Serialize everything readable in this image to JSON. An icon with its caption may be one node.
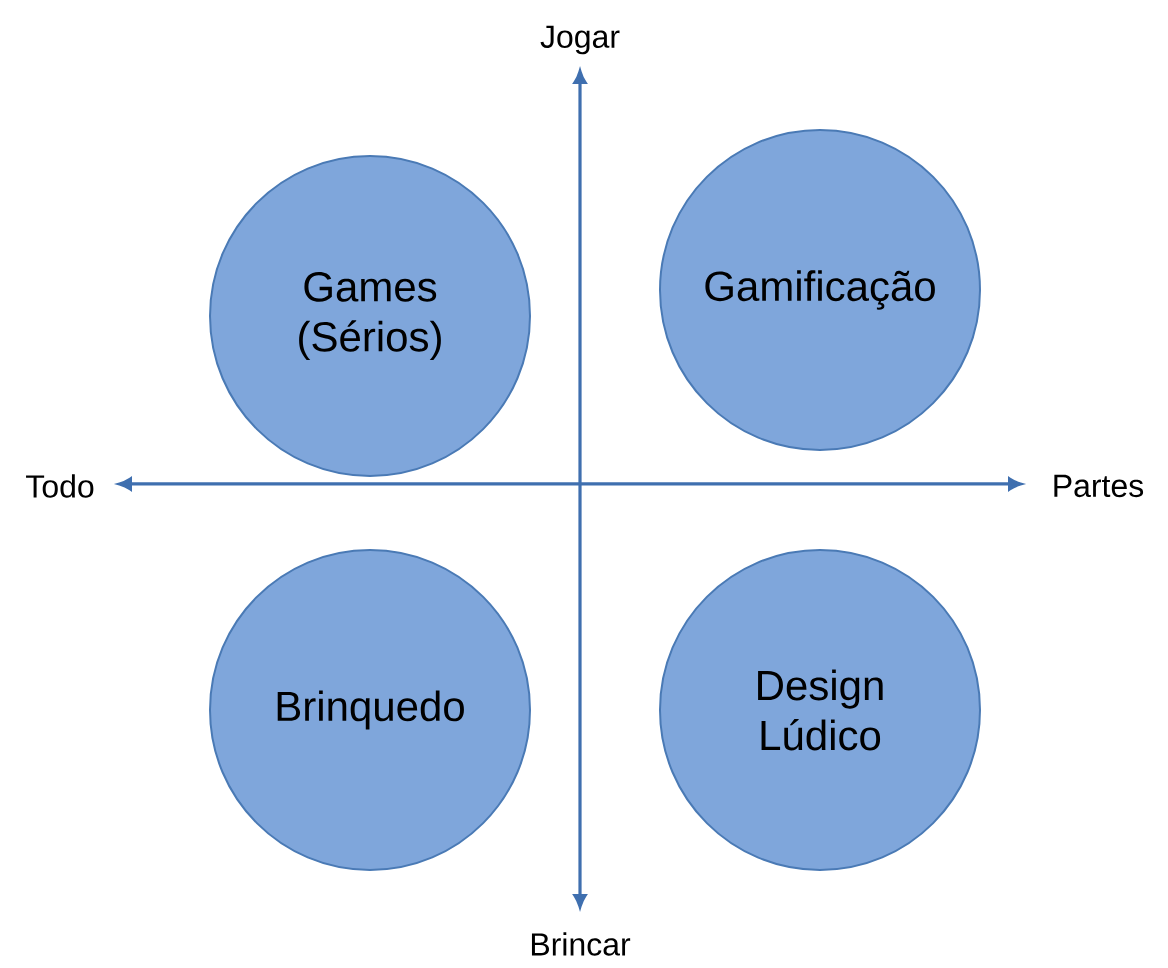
{
  "diagram": {
    "nodes": [
      {
        "text": [
          "Games (Sérios)"
        ]
      },
      {
        "text": [
          "Gamificação"
        ]
      },
      {
        "text": [
          "Brinquedo"
        ]
      },
      {
        "text": [
          "Design Lúdico"
        ]
      }
    ],
    "labels": [
      "Jogar",
      "Todo",
      "Partes",
      "Brincar"
    ]
  }
}
